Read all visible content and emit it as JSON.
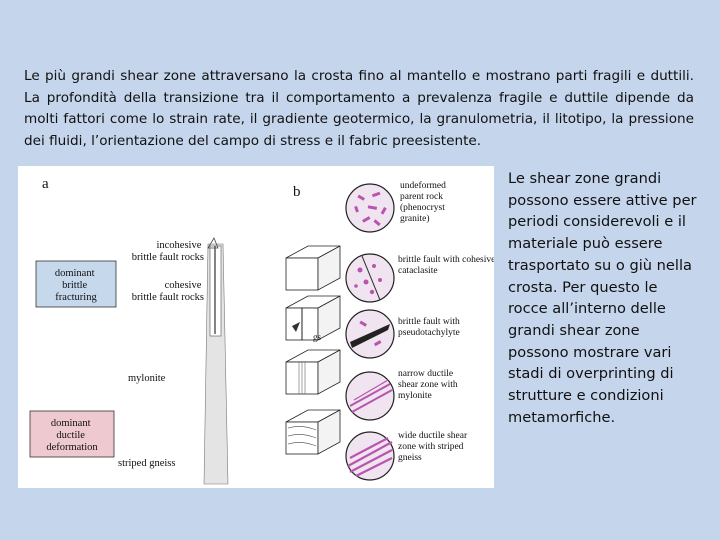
{
  "intro_text": "Le più grandi shear zone attraversano la crosta fino al mantello e mostrano parti fragili e duttili. La profondità della transizione tra il comportamento a prevalenza fragile e duttile dipende da molti fattori come lo strain rate, il gradiente geotermico, la granulometria, il litotipo, la pressione dei fluidi, l’orientazione del campo di stress e il fabric preesistente.",
  "side_text": "Le shear zone grandi possono essere attive per periodi considerevoli e il materiale può essere trasportato su o giù nella crosta. Per questo le rocce all’interno delle grandi shear zone possono mostrare vari stadi di overprinting di strutture e condizioni metamorfiche.",
  "figure": {
    "panel_a": "a",
    "panel_b": "b",
    "box_brittle": [
      "dominant",
      "brittle",
      "fracturing"
    ],
    "box_ductile": [
      "dominant",
      "ductile",
      "deformation"
    ],
    "colors": {
      "brittle_box": "#c5d8ec",
      "ductile_box": "#eec9cf",
      "circle_fill": "#f0e4f0",
      "crystal": "#b855ad"
    },
    "depth_labels": {
      "incohesive": [
        "incohesive",
        "brittle fault rocks"
      ],
      "cohesive": [
        "cohesive",
        "brittle fault rocks"
      ],
      "mylonite": "mylonite",
      "gneiss": "striped gneiss"
    },
    "gs": "gs",
    "rock_labels": [
      [
        "undeformed",
        "parent rock",
        "(phenocryst",
        "granite)"
      ],
      [
        "brittle fault with cohesive",
        "cataclasite"
      ],
      [
        "brittle fault with",
        "pseudotachylyte"
      ],
      [
        "narrow ductile",
        "shear zone with",
        "mylonite"
      ],
      [
        "wide ductile shear",
        "zone with striped",
        "gneiss"
      ]
    ]
  }
}
